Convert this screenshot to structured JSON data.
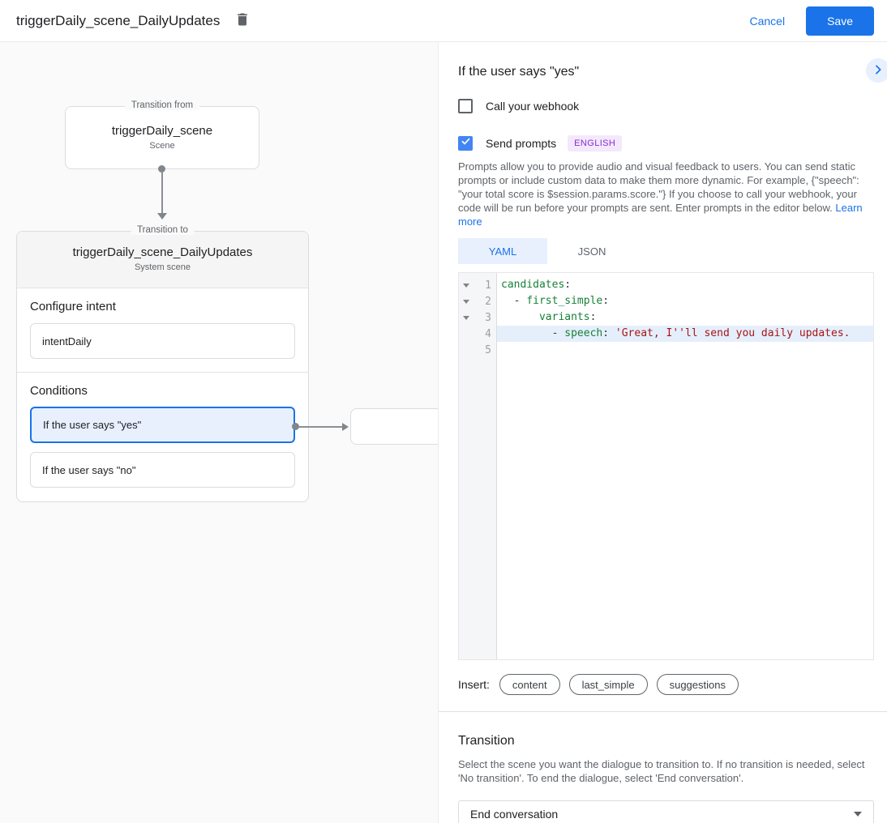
{
  "header": {
    "title": "triggerDaily_scene_DailyUpdates",
    "cancel_label": "Cancel",
    "save_label": "Save"
  },
  "canvas": {
    "from_node": {
      "badge": "Transition from",
      "title": "triggerDaily_scene",
      "subtitle": "Scene"
    },
    "to_node": {
      "badge": "Transition to",
      "title": "triggerDaily_scene_DailyUpdates",
      "subtitle": "System scene",
      "configure_intent": {
        "heading": "Configure intent",
        "value": "intentDaily"
      },
      "conditions": {
        "heading": "Conditions",
        "items": [
          {
            "label": "If the user says \"yes\"",
            "selected": true
          },
          {
            "label": "If the user says \"no\"",
            "selected": false
          }
        ]
      }
    }
  },
  "detail": {
    "title": "If the user says \"yes\"",
    "collapse_icon": "chevron-right",
    "webhook": {
      "label": "Call your webhook",
      "checked": false
    },
    "prompts": {
      "label": "Send prompts",
      "checked": true,
      "language_badge": "ENGLISH"
    },
    "description": "Prompts allow you to provide audio and visual feedback to users. You can send static prompts or include custom data to make them more dynamic. For example, {\"speech\": \"your total score is $session.params.score.\"} If you choose to call your webhook, your code will be run before your prompts are sent. Enter prompts in the editor below.",
    "learn_more": "Learn more",
    "tabs": [
      {
        "label": "YAML",
        "active": true
      },
      {
        "label": "JSON",
        "active": false
      }
    ],
    "editor": {
      "active_line": 4,
      "lines": [
        {
          "num": "1",
          "fold": true,
          "tokens": [
            {
              "text": "candidates",
              "type": "key"
            },
            {
              "text": ":",
              "type": "plain"
            }
          ]
        },
        {
          "num": "2",
          "fold": true,
          "tokens": [
            {
              "text": "  - ",
              "type": "plain"
            },
            {
              "text": "first_simple",
              "type": "key"
            },
            {
              "text": ":",
              "type": "plain"
            }
          ]
        },
        {
          "num": "3",
          "fold": true,
          "tokens": [
            {
              "text": "      ",
              "type": "plain"
            },
            {
              "text": "variants",
              "type": "key"
            },
            {
              "text": ":",
              "type": "plain"
            }
          ]
        },
        {
          "num": "4",
          "fold": false,
          "tokens": [
            {
              "text": "        - ",
              "type": "plain"
            },
            {
              "text": "speech",
              "type": "key"
            },
            {
              "text": ": ",
              "type": "plain"
            },
            {
              "text": "'Great, I''ll send you daily updates.",
              "type": "string"
            }
          ]
        },
        {
          "num": "5",
          "fold": false,
          "tokens": []
        }
      ]
    },
    "insert": {
      "label": "Insert:",
      "chips": [
        "content",
        "last_simple",
        "suggestions"
      ]
    },
    "transition": {
      "heading": "Transition",
      "description": "Select the scene you want the dialogue to transition to. If no transition is needed, select 'No transition'. To end the dialogue, select 'End conversation'.",
      "value": "End conversation"
    }
  },
  "colors": {
    "accent_blue": "#1a73e8",
    "checkbox_blue": "#4285f4",
    "selected_condition_bg": "#e8f0fe",
    "language_badge_bg": "#f4e8fd",
    "language_badge_text": "#8430ce",
    "yaml_key_green": "#188038",
    "yaml_string_red": "#a81414",
    "active_line_bg": "#e5effc"
  }
}
